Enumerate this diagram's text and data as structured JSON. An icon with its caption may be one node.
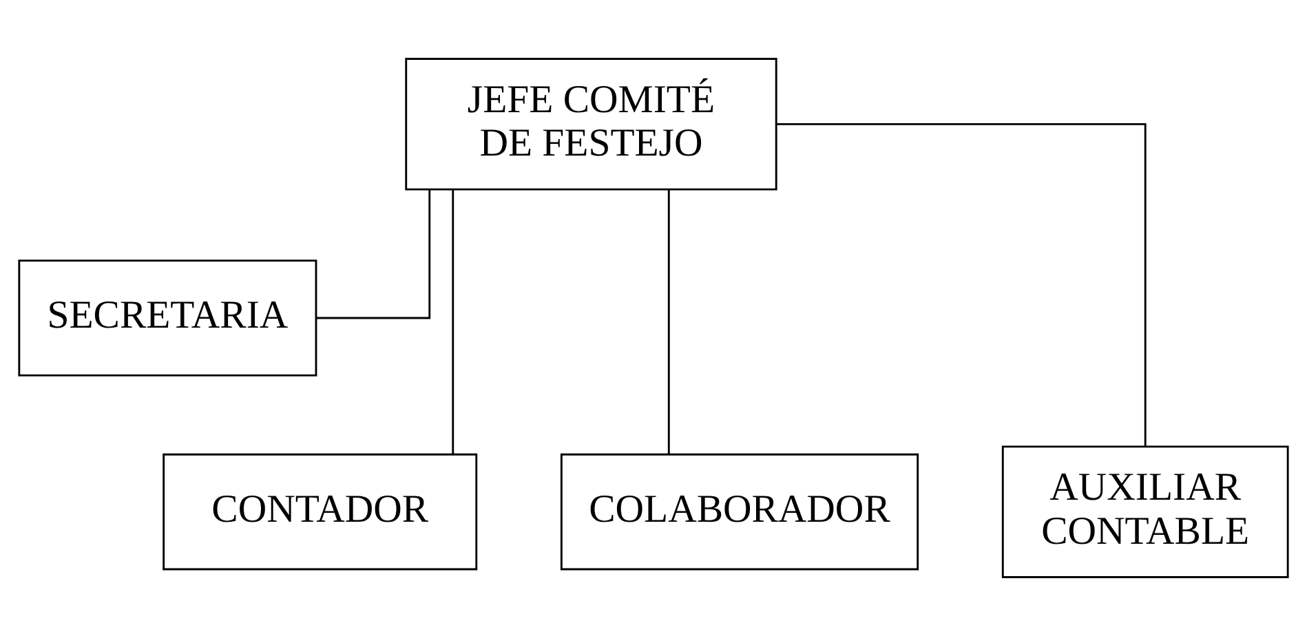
{
  "diagram": {
    "nodes": [
      {
        "text": [
          "JEFE COMITÉ DE FESTEJO"
        ]
      },
      {
        "text": [
          "SECRETARIA"
        ]
      },
      {
        "text": [
          "CONTADOR"
        ]
      },
      {
        "text": [
          "COLABORADOR"
        ]
      },
      {
        "text": [
          "AUXILIAR CONTABLE"
        ]
      }
    ],
    "edges": [
      {
        "from": 0,
        "to": 1,
        "arrow": "none"
      },
      {
        "from": 0,
        "to": 2,
        "arrow": "none"
      },
      {
        "from": 0,
        "to": 3,
        "arrow": "none"
      },
      {
        "from": 0,
        "to": 4,
        "arrow": "none"
      }
    ]
  }
}
